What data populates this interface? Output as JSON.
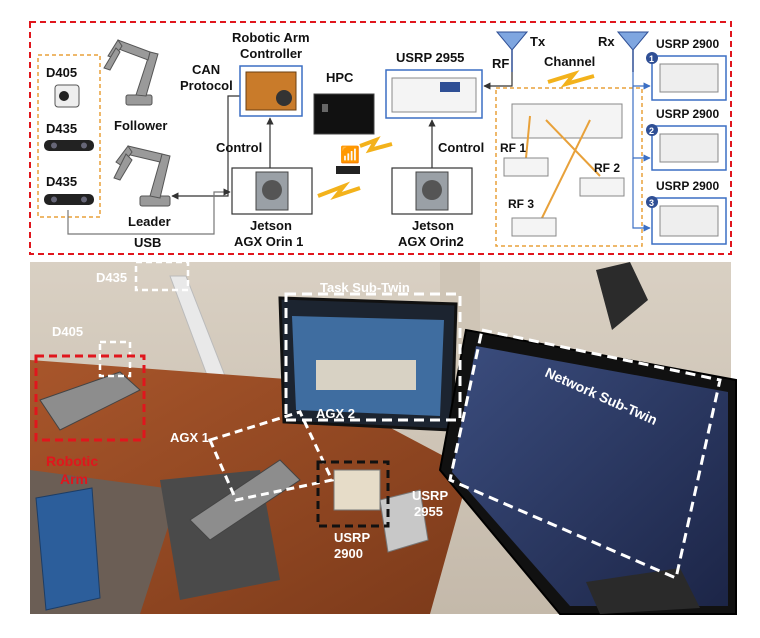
{
  "top_diagram": {
    "sensors": {
      "d405": "D405",
      "d435_a": "D435",
      "d435_b": "D435"
    },
    "arms": {
      "follower": "Follower",
      "leader": "Leader"
    },
    "links": {
      "can_protocol_1": "CAN",
      "can_protocol_2": "Protocol",
      "usb": "USB",
      "control_left": "Control",
      "control_right": "Control",
      "rf": "RF",
      "channel": "Channel"
    },
    "controller": {
      "line1": "Robotic Arm",
      "line2": "Controller"
    },
    "hpc": "HPC",
    "usrp2955": "USRP 2955",
    "jetson1": {
      "line1": "Jetson",
      "line2": "AGX Orin 1"
    },
    "jetson2": {
      "line1": "Jetson",
      "line2": "AGX Orin2"
    },
    "antennas": {
      "tx": "Tx",
      "rx": "Rx"
    },
    "rf_units": {
      "rf1": "RF 1",
      "rf2": "RF 2",
      "rf3": "RF 3"
    },
    "usrp2900": [
      {
        "badge": "1",
        "label": "USRP 2900"
      },
      {
        "badge": "2",
        "label": "USRP 2900"
      },
      {
        "badge": "3",
        "label": "USRP 2900"
      }
    ]
  },
  "photo": {
    "d435": "D435",
    "d405": "D405",
    "task_twin": "Task Sub-Twin",
    "network_twin": "Network Sub-Twin",
    "agx1": "AGX 1",
    "agx2": "AGX 2",
    "robotic_arm_1": "Robotic",
    "robotic_arm_2": "Arm",
    "usrp2955_1": "USRP",
    "usrp2955_2": "2955",
    "usrp2900_1": "USRP",
    "usrp2900_2": "2900"
  },
  "colors": {
    "red_frame": "#e0161d",
    "orange_dash": "#e8a13a",
    "blue_box": "#3b6fc4",
    "badge": "#2f4f95"
  }
}
